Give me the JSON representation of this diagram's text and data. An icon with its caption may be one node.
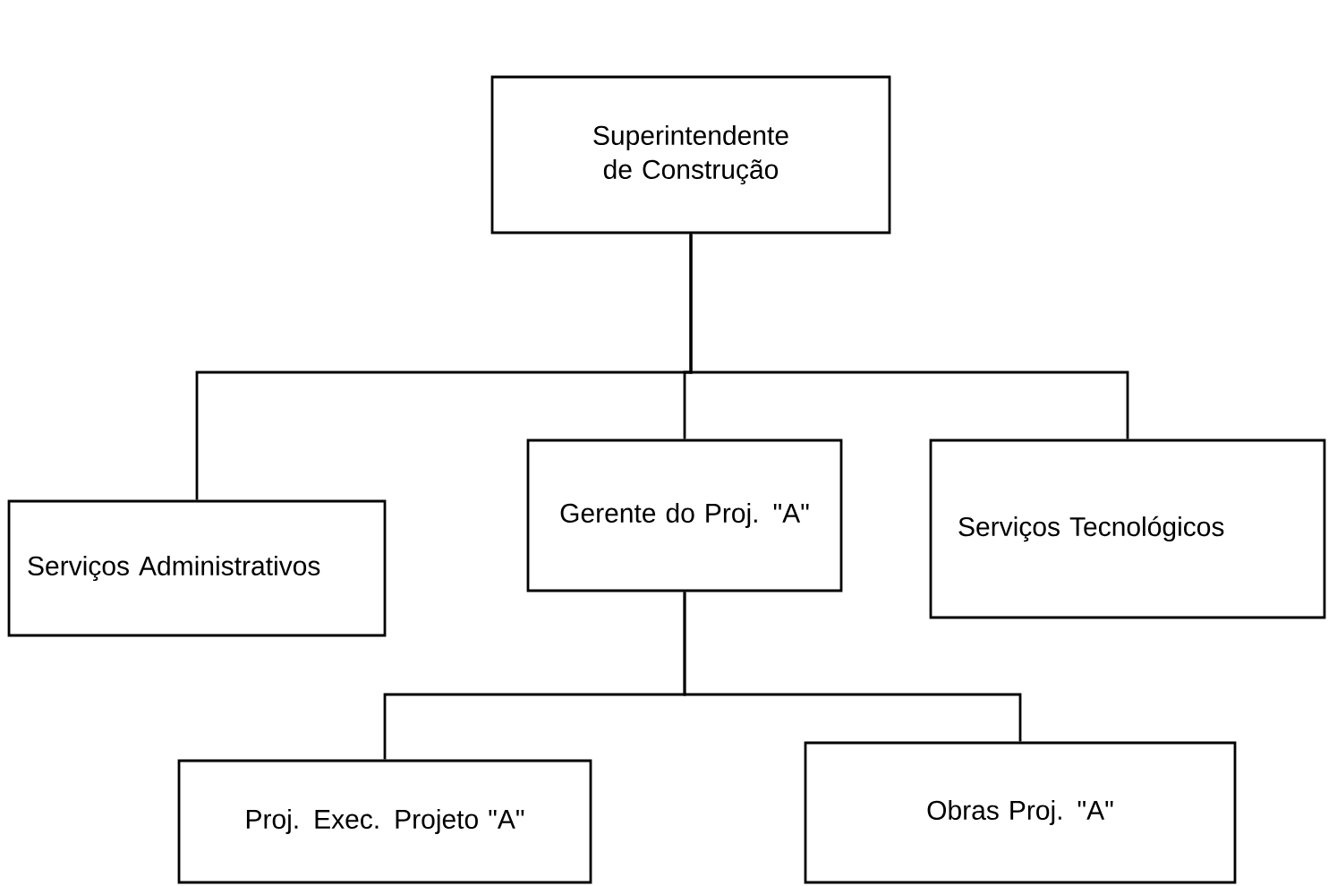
{
  "diagram": {
    "nodes": [
      {
        "text": [
          "Superintendente de Construção"
        ]
      },
      {
        "text": [
          "Serviços Administrativos"
        ]
      },
      {
        "text": [
          "Gerente do Proj. \"A\""
        ]
      },
      {
        "text": [
          "Serviços Tecnológicos"
        ]
      },
      {
        "text": [
          "Proj. Exec. Projeto \"A\""
        ]
      },
      {
        "text": [
          "Obras Proj. \"A\""
        ]
      }
    ],
    "edges": [
      {
        "from": 0,
        "to": 1,
        "arrow": "none"
      },
      {
        "from": 0,
        "to": 2,
        "arrow": "none"
      },
      {
        "from": 0,
        "to": 3,
        "arrow": "none"
      },
      {
        "from": 2,
        "to": 4,
        "arrow": "none"
      },
      {
        "from": 2,
        "to": 5,
        "arrow": "none"
      }
    ]
  }
}
